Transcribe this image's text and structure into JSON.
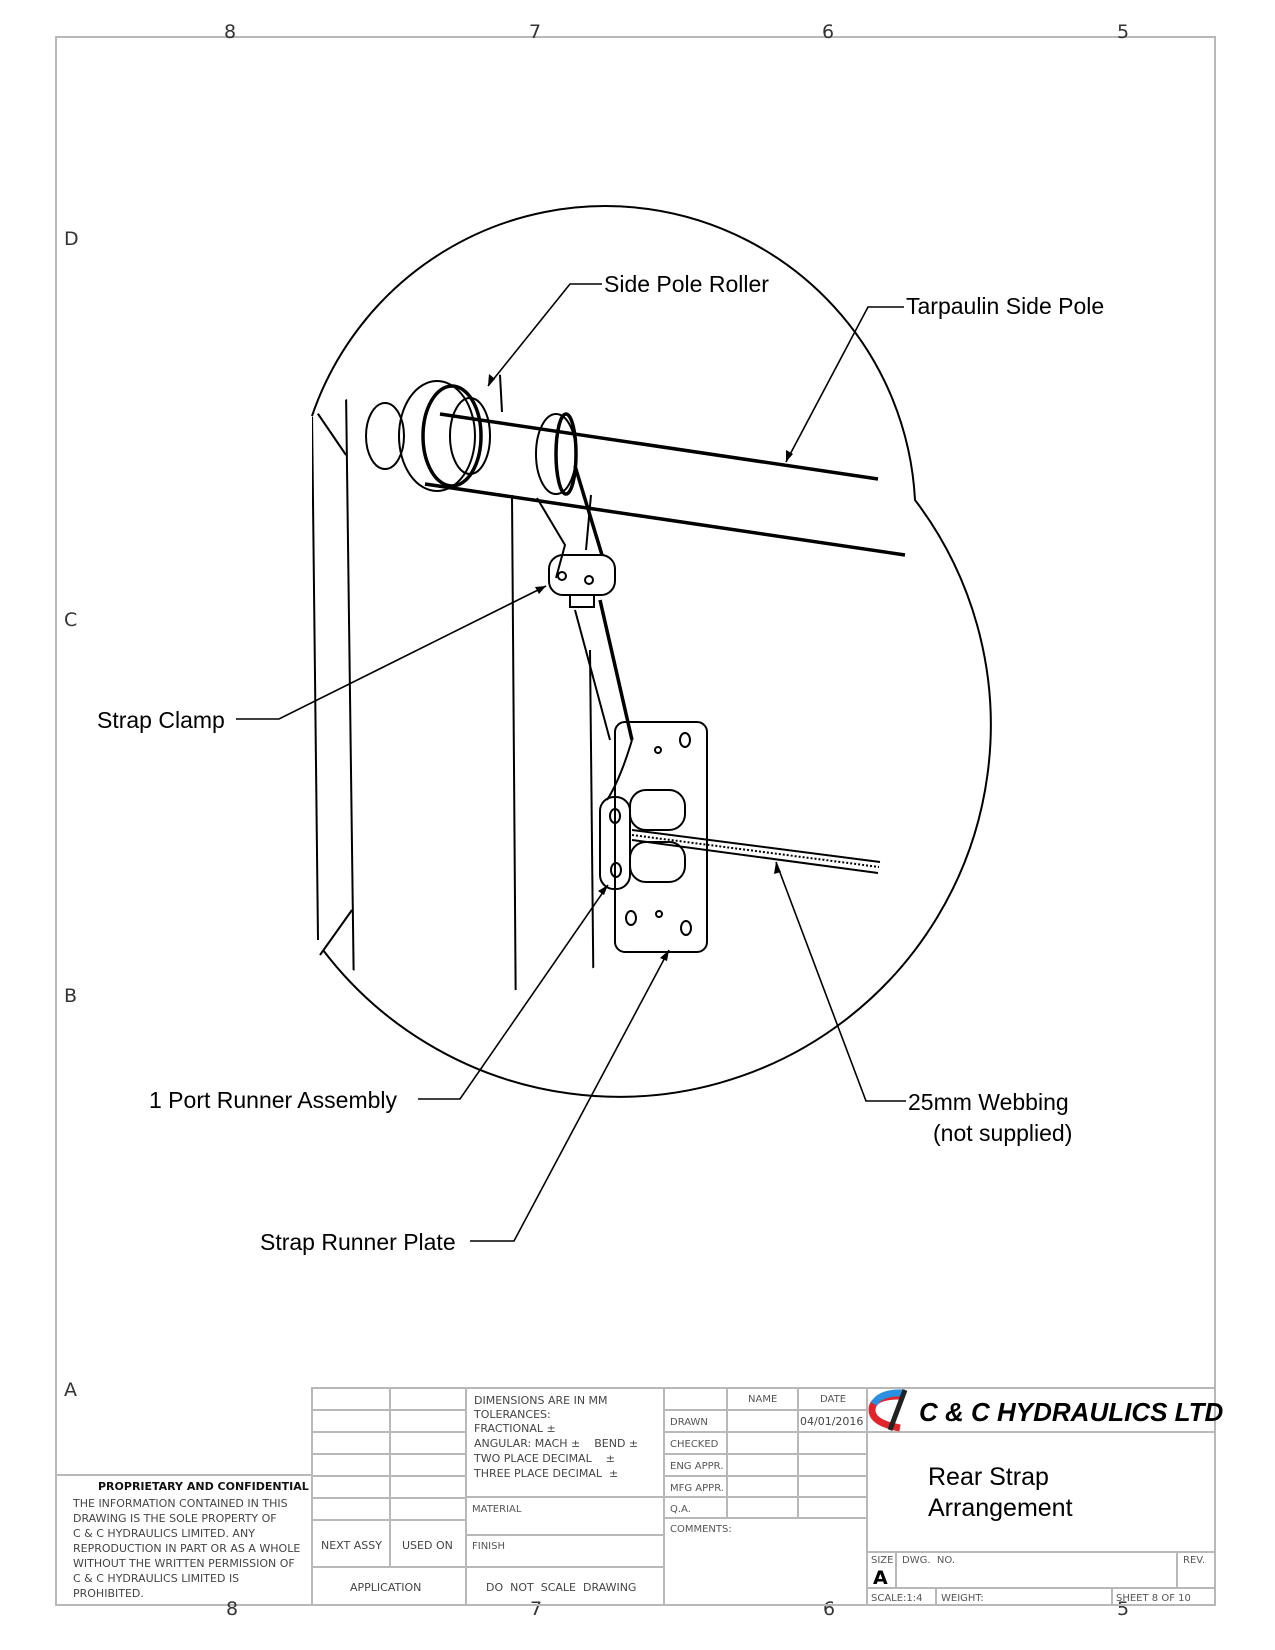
{
  "zones": {
    "columns": [
      "8",
      "7",
      "6",
      "5"
    ],
    "rows": [
      "D",
      "C",
      "B",
      "A"
    ]
  },
  "callouts": {
    "side_pole_roller": "Side Pole Roller",
    "tarpaulin_side_pole": "Tarpaulin Side Pole",
    "strap_clamp": "Strap Clamp",
    "port_runner_assembly": "1 Port Runner Assembly",
    "webbing_line1": "25mm Webbing",
    "webbing_line2": "(not supplied)",
    "strap_runner_plate": "Strap Runner Plate"
  },
  "title_block": {
    "proprietary": {
      "heading": "PROPRIETARY AND CONFIDENTIAL",
      "lines": [
        "THE INFORMATION CONTAINED IN THIS",
        "DRAWING IS THE SOLE PROPERTY OF",
        "C & C HYDRAULICS LIMITED.  ANY",
        "REPRODUCTION IN PART OR AS A WHOLE",
        "WITHOUT THE WRITTEN PERMISSION OF",
        "C & C HYDRAULICS LIMITED  IS",
        "PROHIBITED."
      ]
    },
    "next_assy": "NEXT ASSY",
    "used_on": "USED ON",
    "application": "APPLICATION",
    "tolerances": [
      "DIMENSIONS ARE IN MM",
      "TOLERANCES:",
      "FRACTIONAL ±",
      "ANGULAR: MACH ±    BEND ±",
      "TWO PLACE DECIMAL    ±",
      "THREE PLACE DECIMAL  ±"
    ],
    "material": "MATERIAL",
    "finish": "FINISH",
    "do_not_scale": "DO  NOT  SCALE  DRAWING",
    "approvals": {
      "name_header": "NAME",
      "date_header": "DATE",
      "rows": [
        {
          "label": "DRAWN",
          "name": "",
          "date": "04/01/2016"
        },
        {
          "label": "CHECKED",
          "name": "",
          "date": ""
        },
        {
          "label": "ENG APPR.",
          "name": "",
          "date": ""
        },
        {
          "label": "MFG APPR.",
          "name": "",
          "date": ""
        },
        {
          "label": "Q.A.",
          "name": "",
          "date": ""
        }
      ],
      "comments": "COMMENTS:"
    },
    "company": "C & C HYDRAULICS LTD",
    "brand_colors": {
      "blue": "#2a8fe0",
      "red": "#e0242c",
      "dark": "#222222"
    },
    "drawing_title_line1": "Rear Strap",
    "drawing_title_line2": "Arrangement",
    "size_label": "SIZE",
    "size_value": "A",
    "dwg_no_label": "DWG.  NO.",
    "rev_label": "REV.",
    "scale": "SCALE:1:4",
    "weight": "WEIGHT:",
    "sheet": "SHEET 8 OF 10"
  }
}
